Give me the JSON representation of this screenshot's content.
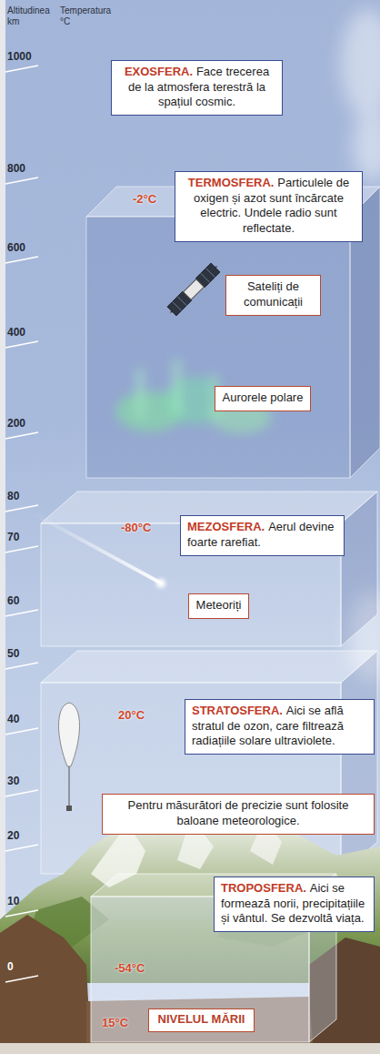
{
  "diagram": {
    "nodes": [
      {
        "text": [
          "EXOSFERA.",
          "Face trecerea de la atmosfera terestră la spațiul cosmic."
        ]
      },
      {
        "text": [
          "TERMOSFERA.",
          "Particulele de oxigen și azot sunt încărcate electric. Undele radio sunt reflectate."
        ]
      },
      {
        "text": [
          "Sateliți de comunicații"
        ]
      },
      {
        "text": [
          "Aurorele polare"
        ]
      },
      {
        "text": [
          "MEZOSFERA.",
          "Aerul devine foarte rarefiat."
        ]
      },
      {
        "text": [
          "Meteoriți"
        ]
      },
      {
        "text": [
          "STRATOSFERA.",
          "Aici se află stratul de ozon, care filtrează radiațiile solare ultraviolete."
        ]
      },
      {
        "text": [
          "Pentru măsurători de precizie sunt folosite baloane meteorologice."
        ]
      },
      {
        "text": [
          "TROPOSFERA.",
          "Aici se formează norii, precipitațiile și vântul. Se dezvoltă viața."
        ]
      },
      {
        "text": [
          "NIVELUL MĂRII"
        ]
      }
    ],
    "labels": [
      "Altitudinea km",
      "Temperatura °C",
      "1000",
      "800",
      "600",
      "400",
      "200",
      "80",
      "70",
      "60",
      "50",
      "40",
      "30",
      "20",
      "10",
      "0",
      "-2°C",
      "-80°C",
      "20°C",
      "-54°C",
      "15°C"
    ]
  }
}
